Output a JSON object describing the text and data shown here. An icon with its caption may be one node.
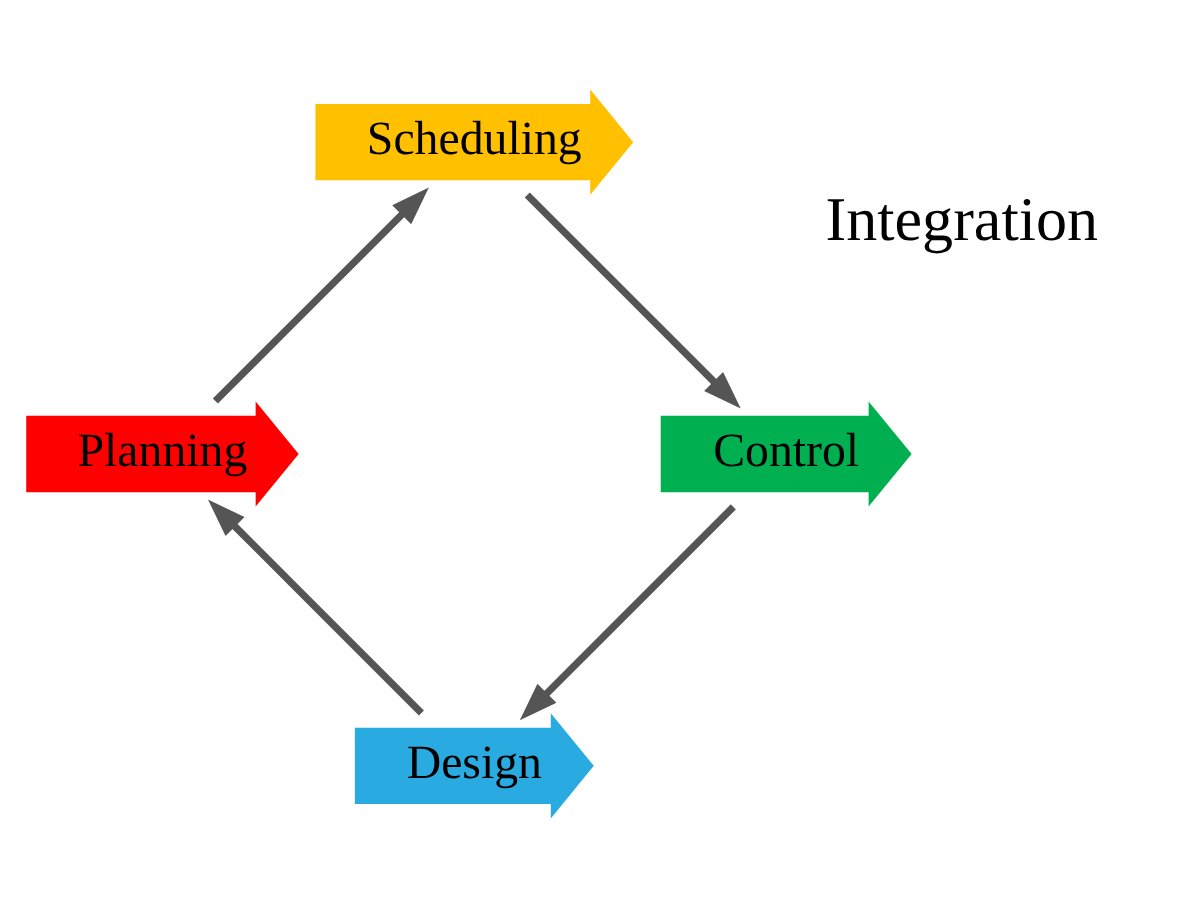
{
  "diagram": {
    "nodes": [
      {
        "text": [
          "Design"
        ]
      },
      {
        "text": [
          "Planning"
        ]
      },
      {
        "text": [
          "Scheduling"
        ]
      },
      {
        "text": [
          "Control"
        ]
      }
    ],
    "edges": [
      {
        "from": 0,
        "to": 1,
        "arrow": "to"
      },
      {
        "from": 1,
        "to": 2,
        "arrow": "to"
      },
      {
        "from": 2,
        "to": 3,
        "arrow": "to"
      },
      {
        "from": 3,
        "to": 0,
        "arrow": "to"
      }
    ],
    "labels": [
      "Integration"
    ]
  }
}
